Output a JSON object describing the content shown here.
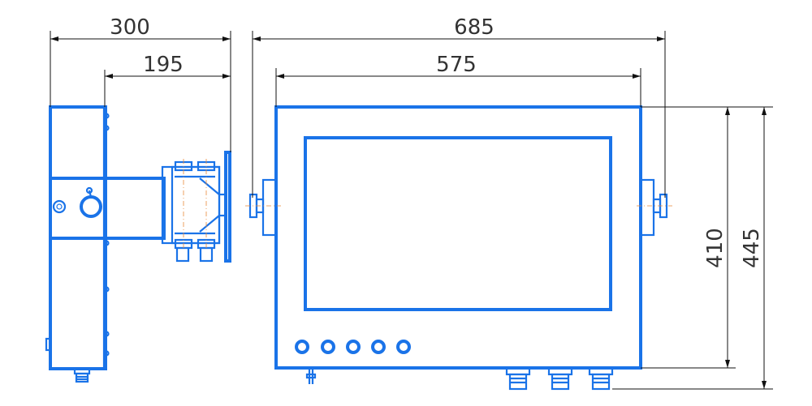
{
  "dimensions": {
    "side_total_width": "300",
    "side_arm_width": "195",
    "front_total_width": "685",
    "front_body_width": "575",
    "front_body_height": "410",
    "front_total_height": "445"
  },
  "colors": {
    "outline": "#1a73e8",
    "dimension_line": "#111111",
    "centerline": "#e8893a"
  }
}
